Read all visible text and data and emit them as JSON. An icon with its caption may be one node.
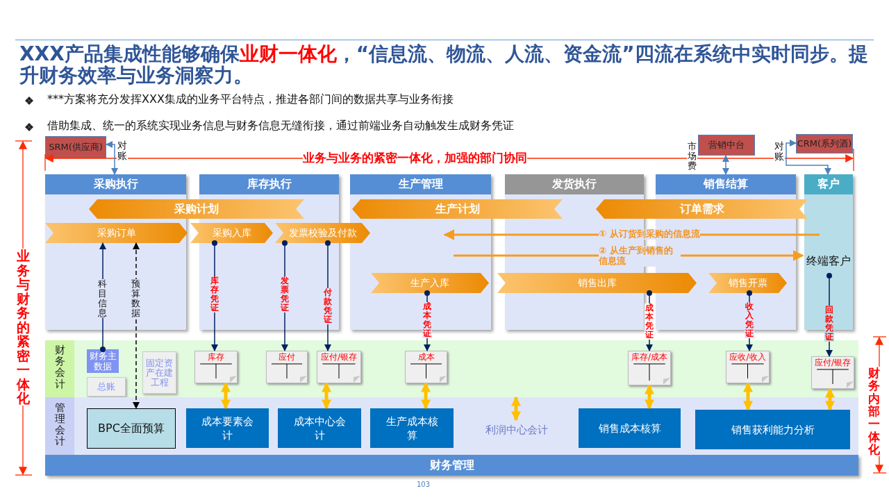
{
  "diagram": {
    "title": "XXX产品集成性能够确保**业财一体化**，“信息流、物流、人流、资金流”四流在系统中实时同步。提升财务效率与业务洞察力。",
    "nodes": [
      {
        "text": [
          "SRM(供应商)"
        ]
      },
      {
        "text": [
          "营销中台"
        ]
      },
      {
        "text": [
          "CRM(系列酒)"
        ]
      },
      {
        "text": [
          "采购执行"
        ]
      },
      {
        "text": [
          "库存执行"
        ]
      },
      {
        "text": [
          "生产管理"
        ]
      },
      {
        "text": [
          "发货执行"
        ]
      },
      {
        "text": [
          "销售结算"
        ]
      },
      {
        "text": [
          "客户"
        ]
      },
      {
        "text": [
          "采购计划"
        ]
      },
      {
        "text": [
          "采购订单"
        ],
        "in": 3
      },
      {
        "text": [
          "采购入库"
        ],
        "in": 4
      },
      {
        "text": [
          "发票校验及付款"
        ]
      },
      {
        "text": [
          "生产计划"
        ]
      },
      {
        "text": [
          "订单需求"
        ]
      },
      {
        "text": [
          "终端客户"
        ],
        "in": 8
      },
      {
        "text": [
          "生产入库"
        ],
        "in": 5
      },
      {
        "text": [
          "销售出库"
        ]
      },
      {
        "text": [
          "销售开票"
        ],
        "in": 7
      },
      {
        "text": [
          "财务会计"
        ]
      },
      {
        "text": [
          "财务主数据"
        ],
        "in": 19
      },
      {
        "text": [
          "总账"
        ],
        "in": 19
      },
      {
        "text": [
          "固定资产在建工程"
        ],
        "in": 19
      },
      {
        "text": [
          "库存"
        ],
        "in": 19
      },
      {
        "text": [
          "应付"
        ],
        "in": 19
      },
      {
        "text": [
          "应付/银存"
        ],
        "in": 19
      },
      {
        "text": [
          "成本"
        ],
        "in": 19
      },
      {
        "text": [
          "库存/成本"
        ],
        "in": 19
      },
      {
        "text": [
          "应收/收入"
        ],
        "in": 19
      },
      {
        "text": [
          "应付/银存"
        ],
        "in": 19
      },
      {
        "text": [
          "管理会计"
        ]
      },
      {
        "text": [
          "BPC全面预算"
        ],
        "in": 30
      },
      {
        "text": [
          "成本要素会计"
        ],
        "in": 30
      },
      {
        "text": [
          "成本中心会计"
        ],
        "in": 30
      },
      {
        "text": [
          "生产成本核算"
        ],
        "in": 30
      },
      {
        "text": [
          "利润中心会计"
        ],
        "in": 30
      },
      {
        "text": [
          "销售成本核算"
        ],
        "in": 30
      },
      {
        "text": [
          "销售获利能力分析"
        ],
        "in": 30
      },
      {
        "text": [
          "财务管理"
        ]
      }
    ],
    "edges": [
      {
        "from": 3,
        "to": 0,
        "arrow": "both",
        "label": "对账",
        "color": "#4f81bd"
      },
      {
        "from": 1,
        "to": 7,
        "arrow": "both",
        "label": "市场费",
        "color": "#4f81bd"
      },
      {
        "from": 8,
        "to": 2,
        "arrow": "both",
        "label": "对账",
        "color": "#4f81bd"
      },
      {
        "from": 20,
        "to": 10,
        "arrow": "to",
        "label": "科目信息"
      },
      {
        "from": 10,
        "to": 31,
        "arrow": "both",
        "label": "预算数据",
        "style": "dashed",
        "color": "#000000"
      },
      {
        "from": 11,
        "to": 23,
        "arrow": "to",
        "label": "库存凭证"
      },
      {
        "from": 12,
        "to": 24,
        "arrow": "to",
        "label": "发票凭证"
      },
      {
        "from": 12,
        "to": 25,
        "arrow": "to",
        "label": "付款凭证"
      },
      {
        "from": 16,
        "to": 26,
        "arrow": "to",
        "label": "成本凭证"
      },
      {
        "from": 17,
        "to": 27,
        "arrow": "to",
        "label": "成本凭证"
      },
      {
        "from": 18,
        "to": 28,
        "arrow": "to",
        "label": "收入凭证"
      },
      {
        "from": 15,
        "to": 29,
        "arrow": "to",
        "label": "回款凭证"
      },
      {
        "from": 23,
        "to": 32,
        "arrow": "both",
        "style": "thick",
        "color": "#ffc000"
      },
      {
        "from": 25,
        "to": 33,
        "arrow": "both",
        "style": "thick",
        "color": "#ffc000"
      },
      {
        "from": 26,
        "to": 34,
        "arrow": "both",
        "style": "thick",
        "color": "#ffc000"
      },
      {
        "from": 19,
        "to": 35,
        "arrow": "both",
        "style": "thick",
        "color": "#ffc000"
      },
      {
        "from": 27,
        "to": 36,
        "arrow": "both",
        "style": "thick",
        "color": "#ffc000"
      },
      {
        "from": 28,
        "to": 37,
        "arrow": "both",
        "style": "thick",
        "color": "#ffc000"
      },
      {
        "from": 29,
        "to": 37,
        "arrow": "both",
        "style": "thick",
        "color": "#ffc000"
      }
    ],
    "labels": [
      "***方案将充分发挥XXX集成的业务平台特点，推进各部门间的数据共享与业务衔接",
      "借助集成、统一的系统实现业务信息与财务信息无缝衔接，通过前端业务自动触发生成财务凭证",
      "业务与业务的紧密一体化，加强的部门协同",
      "① 从订货到采购的信息流",
      "② 从生产到销售的信息流",
      "业务与财务的紧密一体化",
      "财务内部一体化",
      "103"
    ]
  }
}
